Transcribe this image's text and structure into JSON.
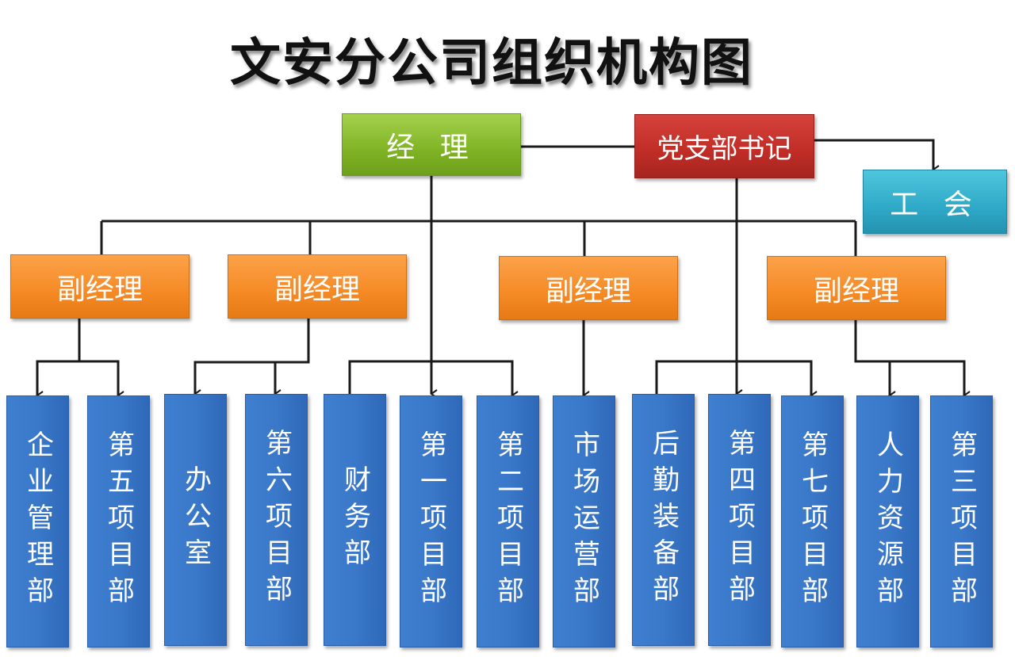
{
  "title": "文安分公司组织机构图",
  "manager": "经 理",
  "party_secretary": "党支部书记",
  "union": "工 会",
  "deputy_managers": [
    "副经理",
    "副经理",
    "副经理",
    "副经理"
  ],
  "departments": [
    "企业管理部",
    "第五项目部",
    "办公室",
    "第六项目部",
    "财务部",
    "第一项目部",
    "第二项目部",
    "市场运营部",
    "后勤装备部",
    "第四项目部",
    "第七项目部",
    "人力资源部",
    "第三项目部"
  ],
  "colors": {
    "manager": "#7fb324",
    "party_secretary": "#bf2d26",
    "union": "#2ea9c7",
    "deputy": "#f58a24",
    "department": "#3a78c9",
    "connector": "#1a1a1a"
  }
}
